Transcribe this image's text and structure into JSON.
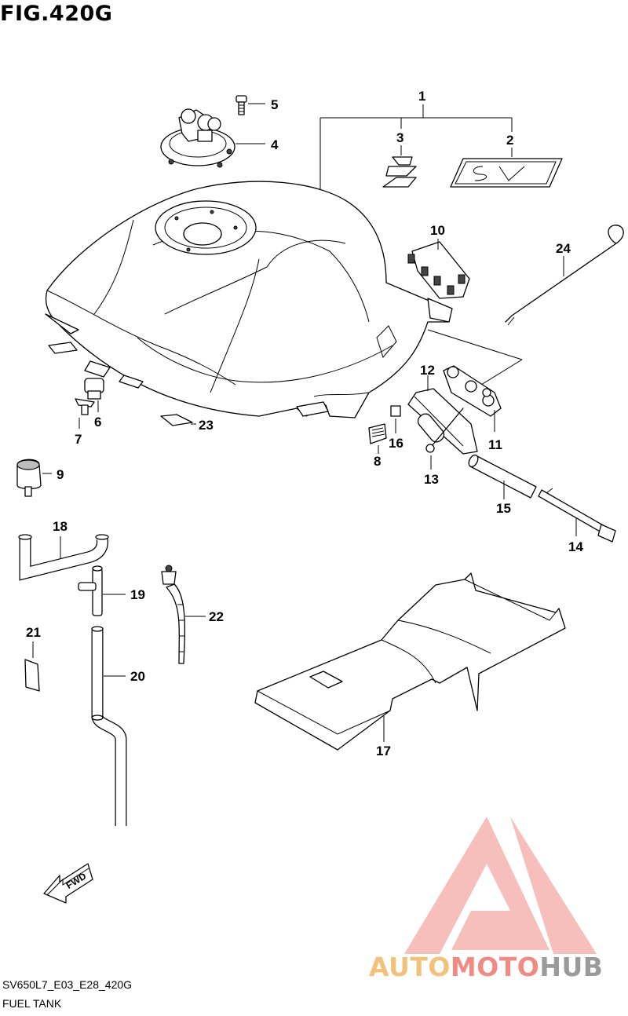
{
  "figure": {
    "title": "FIG.420G",
    "code": "SV650L7_E03_E28_420G",
    "name": "FUEL TANK"
  },
  "fwd_label": "FWD",
  "logo_decal_text": "SV",
  "watermark": {
    "part1": "AUTO",
    "part2": "MOTO",
    "part3": "HUB",
    "colors": {
      "triangle": "#f08b84",
      "auto": "#f3c27a",
      "moto": "#f08b84",
      "hub": "#9a9a9a"
    }
  },
  "callouts": [
    "1",
    "2",
    "3",
    "4",
    "5",
    "6",
    "7",
    "8",
    "9",
    "10",
    "11",
    "12",
    "13",
    "14",
    "15",
    "16",
    "17",
    "18",
    "19",
    "20",
    "21",
    "22",
    "23",
    "24"
  ],
  "icons": [
    "fwd-arrow-icon",
    "watermark-triangle-icon"
  ]
}
